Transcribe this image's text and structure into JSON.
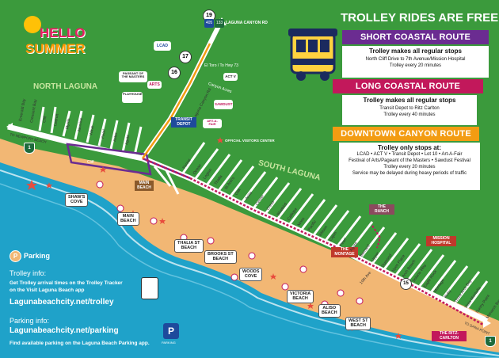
{
  "title": "TROLLEY RIDES ARE FREE!",
  "hello_summer": {
    "line1": "HELLO",
    "line2": "SUMMER"
  },
  "areas": {
    "north": "NORTH LAGUNA",
    "south": "SOUTH LAGUNA"
  },
  "routes": [
    {
      "name": "SHORT COASTAL ROUTE",
      "line1": "Trolley makes all regular stops",
      "line2": "North Cliff Drive to 7th Avenue/Mission Hospital",
      "line3": "Trolley every 20 minutes",
      "color": "#6b2c91"
    },
    {
      "name": "LONG COASTAL ROUTE",
      "line1": "Trolley makes all regular stops",
      "line2": "Transit Depot to Ritz Carlton",
      "line3": "Trolley every 40 minutes",
      "color": "#c2185b"
    },
    {
      "name": "DOWNTOWN CANYON ROUTE",
      "line1": "Trolley only stops at:",
      "line2": "LCAD • ACT V • Transit Depot • Lot 10 • Art-A-Fair",
      "line3": "Festival of Arts/Pageant of the Masters • Sawdust Festival",
      "line4": "Trolley every 20 minutes",
      "line5": "Service may be delayed during heavy periods of traffic",
      "color": "#f39c12"
    }
  ],
  "direction_labels": {
    "north": "TO NEWPORT BEACH",
    "south": "TO DANA POINT",
    "canyon": "LAGUNA CANYON RD"
  },
  "highway_shields": {
    "h19": "19",
    "h405": "405",
    "h133": "133",
    "h17": "17",
    "h16": "16",
    "h1a": "1",
    "h1b": "1",
    "h15": "15"
  },
  "road_labels": {
    "eltoro": "El Toro / To Hwy 73",
    "acres": "Canyon Acres",
    "canyon_rd": "Laguna Canyon Rd",
    "broadway": "Broadway",
    "coast": "Coast Hwy",
    "cliff": "Cliff"
  },
  "streets_north": [
    "Emerald Bay",
    "Crescent Bay",
    "Cliff",
    "Ledroit",
    "Myrtle",
    "Jasmine",
    "Wave",
    "Pearl",
    "Aster",
    "Agate"
  ],
  "streets_south": [
    "Forest",
    "Ocean",
    "Legion",
    "Thalia",
    "St Ann's",
    "Oak",
    "Anita",
    "Center",
    "Cress",
    "Bluebird",
    "Calliope",
    "Moss",
    "Pacific",
    "Wilson",
    "Cajon",
    "Pearl",
    "Agate",
    "Bernard",
    "Upper",
    "Dumond",
    "Nyes Place",
    "Arch Beach",
    "Solana Way",
    "Eagle Rock",
    "Montage",
    "Ruby",
    "Three Arch Bay",
    "Vista Montaña",
    "Sunny Point",
    "Monarch Bay"
  ],
  "places": {
    "lcad": "LCAD",
    "arts": "ARTS",
    "pageant": "PAGEANT OF THE MASTERS",
    "playhouse": "PLAYHOUSE",
    "sawdust": "SAWDUST",
    "transit": "TRANSIT DEPOT",
    "visitors": "OFFICIAL VISITORS CENTER",
    "act5": "ACT V",
    "ranch": "THE RANCH",
    "montage": "THE MONTAGE",
    "mission": "MISSION HOSPITAL",
    "ritz": "THE RITZ-CARLTON",
    "artafair": "ART-A-FAIR",
    "main_beach_label": "MAIN BEACH",
    "street_10th": "10th Ave"
  },
  "beaches": [
    {
      "name": "SHAW'S\nCOVE"
    },
    {
      "name": "MAIN\nBEACH"
    },
    {
      "name": "THALIA ST\nBEACH"
    },
    {
      "name": "BROOKS ST\nBEACH"
    },
    {
      "name": "WOODS\nCOVE"
    },
    {
      "name": "VICTORIA\nBEACH"
    },
    {
      "name": "ALISO\nBEACH"
    },
    {
      "name": "WEST ST\nBEACH"
    }
  ],
  "legend": {
    "parking_symbol": "P",
    "parking": "Parking",
    "trolley_heading": "Trolley info:",
    "trolley_line1": "Get Trolley arrival times on the Trolley Tracker",
    "trolley_line2": "on the Visit Laguna Beach app",
    "trolley_url": "Lagunabeachcity.net/trolley",
    "parking_heading": "Parking info:",
    "parking_url": "Lagunabeachcity.net/parking",
    "parking_note": "Find available parking on the Laguna Beach Parking app.",
    "parking_badge": "PARKING"
  },
  "colors": {
    "grass": "#3b9a3c",
    "sand": "#f2b774",
    "ocean": "#1fa2c9",
    "short": "#6b2c91",
    "long": "#c2185b",
    "canyon": "#f39c12",
    "title_bg": "#1b4e3a"
  }
}
